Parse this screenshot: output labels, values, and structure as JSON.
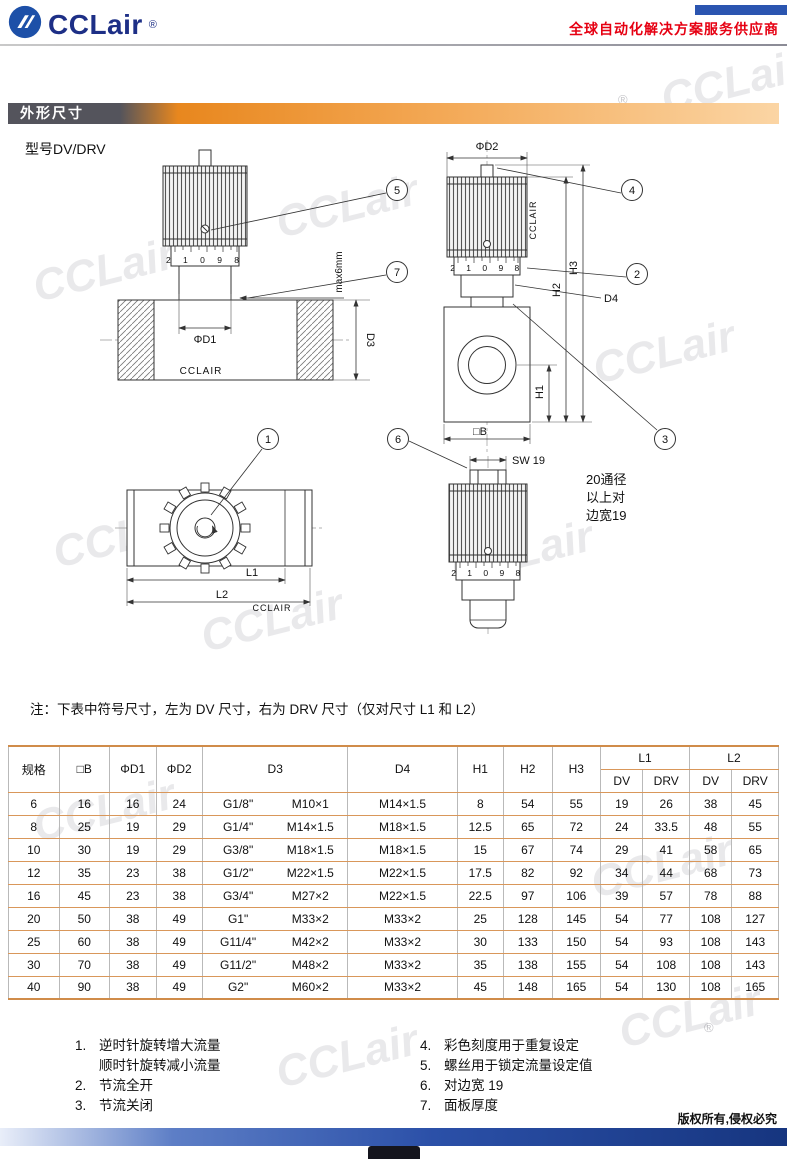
{
  "colors": {
    "brand_blue": "#1d2f86",
    "accent_orange": "#e8871e",
    "tagline_red": "#e60012"
  },
  "watermark": {
    "text": "CCLair",
    "reg": "®"
  },
  "header": {
    "logo": "CCLair",
    "reg": "®",
    "tagline": "全球自动化解决方案服务供应商"
  },
  "section_title": "外形尺寸",
  "model_label": "型号DV/DRV",
  "drawing": {
    "brand": "CCLAIR",
    "scale": "2 1 0 9 8",
    "dims": {
      "phiD1": "ΦD1",
      "phiD2": "ΦD2",
      "D3": "D3",
      "D4": "D4",
      "H1": "H1",
      "H2": "H2",
      "H3": "H3",
      "L1": "L1",
      "L2": "L2",
      "B": "□B",
      "SW": "SW 19",
      "max6": "max6mm"
    },
    "note_right": [
      "20通径",
      "以上对",
      "边宽19"
    ],
    "callouts": [
      "1",
      "2",
      "3",
      "4",
      "5",
      "6",
      "7"
    ]
  },
  "note": "注：下表中符号尺寸，左为 DV 尺寸，右为 DRV 尺寸（仅对尺寸 L1 和 L2）",
  "table": {
    "col_headers": [
      "规格",
      "□B",
      "ΦD1",
      "ΦD2",
      "D3",
      "D4",
      "H1",
      "H2",
      "H3"
    ],
    "group_headers": [
      "L1",
      "L2"
    ],
    "sub_headers": [
      "DV",
      "DRV",
      "DV",
      "DRV"
    ],
    "rows": [
      [
        "6",
        "16",
        "16",
        "24",
        "G1/8\"",
        "M10×1",
        "M14×1.5",
        "8",
        "54",
        "55",
        "19",
        "26",
        "38",
        "45"
      ],
      [
        "8",
        "25",
        "19",
        "29",
        "G1/4\"",
        "M14×1.5",
        "M18×1.5",
        "12.5",
        "65",
        "72",
        "24",
        "33.5",
        "48",
        "55"
      ],
      [
        "10",
        "30",
        "19",
        "29",
        "G3/8\"",
        "M18×1.5",
        "M18×1.5",
        "15",
        "67",
        "74",
        "29",
        "41",
        "58",
        "65"
      ],
      [
        "12",
        "35",
        "23",
        "38",
        "G1/2\"",
        "M22×1.5",
        "M22×1.5",
        "17.5",
        "82",
        "92",
        "34",
        "44",
        "68",
        "73"
      ],
      [
        "16",
        "45",
        "23",
        "38",
        "G3/4\"",
        "M27×2",
        "M22×1.5",
        "22.5",
        "97",
        "106",
        "39",
        "57",
        "78",
        "88"
      ],
      [
        "20",
        "50",
        "38",
        "49",
        "G1\"",
        "M33×2",
        "M33×2",
        "25",
        "128",
        "145",
        "54",
        "77",
        "108",
        "127"
      ],
      [
        "25",
        "60",
        "38",
        "49",
        "G11/4\"",
        "M42×2",
        "M33×2",
        "30",
        "133",
        "150",
        "54",
        "93",
        "108",
        "143"
      ],
      [
        "30",
        "70",
        "38",
        "49",
        "G11/2\"",
        "M48×2",
        "M33×2",
        "35",
        "138",
        "155",
        "54",
        "108",
        "108",
        "143"
      ],
      [
        "40",
        "90",
        "38",
        "49",
        "G2\"",
        "M60×2",
        "M33×2",
        "45",
        "148",
        "165",
        "54",
        "130",
        "108",
        "165"
      ]
    ]
  },
  "footnotes": {
    "left": [
      {
        "n": "1.",
        "t": "逆时针旋转增大流量"
      },
      {
        "n": "",
        "t": "顺时针旋转减小流量"
      },
      {
        "n": "2.",
        "t": "节流全开"
      },
      {
        "n": "3.",
        "t": "节流关闭"
      }
    ],
    "right": [
      {
        "n": "4.",
        "t": "彩色刻度用于重复设定"
      },
      {
        "n": "5.",
        "t": "螺丝用于锁定流量设定值"
      },
      {
        "n": "6.",
        "t": "对边宽 19"
      },
      {
        "n": "7.",
        "t": "面板厚度"
      }
    ]
  },
  "copyright": "版权所有,侵权必究"
}
